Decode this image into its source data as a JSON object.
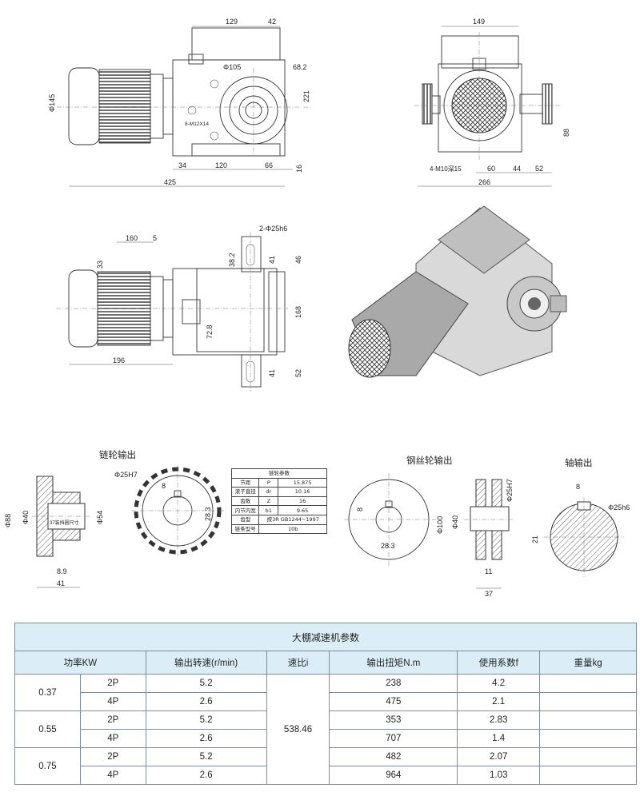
{
  "drawing": {
    "dims": {
      "d129": "129",
      "d42": "42",
      "d105": "Φ105",
      "d68_2": "68.2",
      "d221": "221",
      "d145": "Φ145",
      "m12": "8-M12X14",
      "d34": "34",
      "d120": "120",
      "d66": "66",
      "d16": "16",
      "d425": "425",
      "d149": "149",
      "d88": "88",
      "m10": "4-M10深15",
      "d60": "60",
      "d44": "44",
      "d52": "52",
      "d266": "266",
      "shaft2": "2-Φ25h6",
      "d160": "160",
      "d5": "5",
      "d33": "33",
      "d38_2": "38.2",
      "d41a": "41",
      "d46": "46",
      "d168": "168",
      "d72_8": "72.8",
      "d196": "196",
      "d41b": "41",
      "d52b": "52"
    },
    "sections": {
      "sprocket": "链轮输出",
      "wire": "钢丝轮输出",
      "shaft": "轴输出"
    },
    "sprocket_dims": {
      "d88": "Φ88",
      "d40": "Φ40",
      "d54": "Φ54",
      "note": "37装挡圈尺寸",
      "d8_9": "8.9",
      "d41": "41",
      "hole": "Φ25H7",
      "key8": "8",
      "d28_3": "28.3"
    },
    "wire_dims": {
      "d8": "8",
      "d28_3": "28.3",
      "d100": "Φ100",
      "d40": "Φ40",
      "hole": "Φ25H7",
      "d11": "11",
      "d37": "37"
    },
    "shaft_dims": {
      "d8": "8",
      "d25": "Φ25h6",
      "d21": "21"
    },
    "chain_params": {
      "title": "链轮参数",
      "rows": [
        [
          "节距",
          "P",
          "15.875"
        ],
        [
          "滚子直径",
          "dr",
          "10.16"
        ],
        [
          "齿数",
          "Z",
          "16"
        ],
        [
          "内节内宽",
          "b1",
          "9.65"
        ],
        [
          "齿型",
          "",
          "按3R GB1244−1997"
        ],
        [
          "链条型号",
          "",
          "10b"
        ]
      ]
    }
  },
  "table": {
    "title": "大棚减速机参数",
    "headers": [
      "功率KW",
      "输出转速(r/min)",
      "速比i",
      "输出扭矩N.m",
      "使用系数f",
      "重量kg"
    ],
    "ratio": "538.46",
    "groups": [
      {
        "power": "0.37",
        "rows": [
          {
            "pole": "2P",
            "speed": "5.2",
            "torque": "238",
            "factor": "4.2",
            "weight": ""
          },
          {
            "pole": "4P",
            "speed": "2.6",
            "torque": "475",
            "factor": "2.1",
            "weight": ""
          }
        ]
      },
      {
        "power": "0.55",
        "rows": [
          {
            "pole": "2P",
            "speed": "5.2",
            "torque": "353",
            "factor": "2.83",
            "weight": ""
          },
          {
            "pole": "4P",
            "speed": "2.6",
            "torque": "707",
            "factor": "1.4",
            "weight": ""
          }
        ]
      },
      {
        "power": "0.75",
        "rows": [
          {
            "pole": "2P",
            "speed": "5.2",
            "torque": "482",
            "factor": "2.07",
            "weight": ""
          },
          {
            "pole": "4P",
            "speed": "2.6",
            "torque": "964",
            "factor": "1.03",
            "weight": ""
          }
        ]
      }
    ]
  }
}
